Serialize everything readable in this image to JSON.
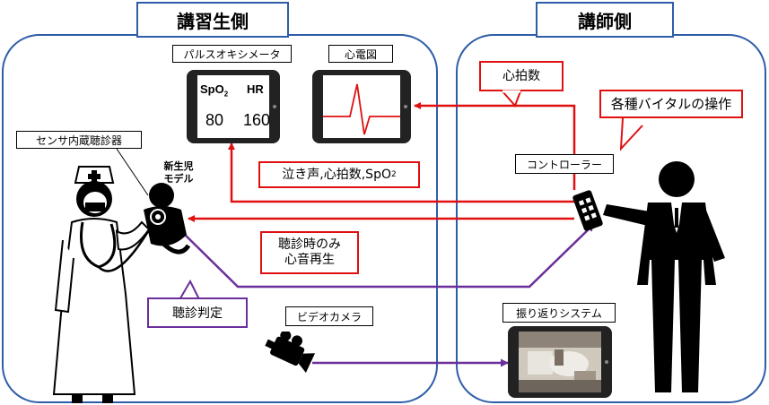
{
  "student_side": {
    "title": "講習生側"
  },
  "instructor_side": {
    "title": "講師側"
  },
  "devices": {
    "pulse_oximeter": {
      "label": "パルスオキシメータ",
      "spo2_header": "SpO",
      "spo2_sub": "2",
      "hr_header": "HR",
      "spo2_value": "80",
      "hr_value": "160"
    },
    "ecg": {
      "label": "心電図"
    },
    "stethoscope": {
      "label": "センサ内蔵聴診器"
    },
    "newborn_model": {
      "line1": "新生児",
      "line2": "モデル"
    },
    "controller": {
      "label": "コントローラー"
    },
    "video_camera": {
      "label": "ビデオカメラ"
    },
    "review_system": {
      "label": "振り返りシステム"
    }
  },
  "callouts": {
    "heart_rate": "心拍数",
    "vital_ops": "各種バイタルの操作",
    "crying_line": "泣き声,心拍数,SpO",
    "crying_sub": "2",
    "auscultation_line1": "聴診時のみ",
    "auscultation_line2": "心音再生",
    "auscultation_judgment": "聴診判定"
  },
  "colors": {
    "panel_border": "#2e5da8",
    "signal": "#e01010",
    "judgment": "#6a2f9a"
  }
}
